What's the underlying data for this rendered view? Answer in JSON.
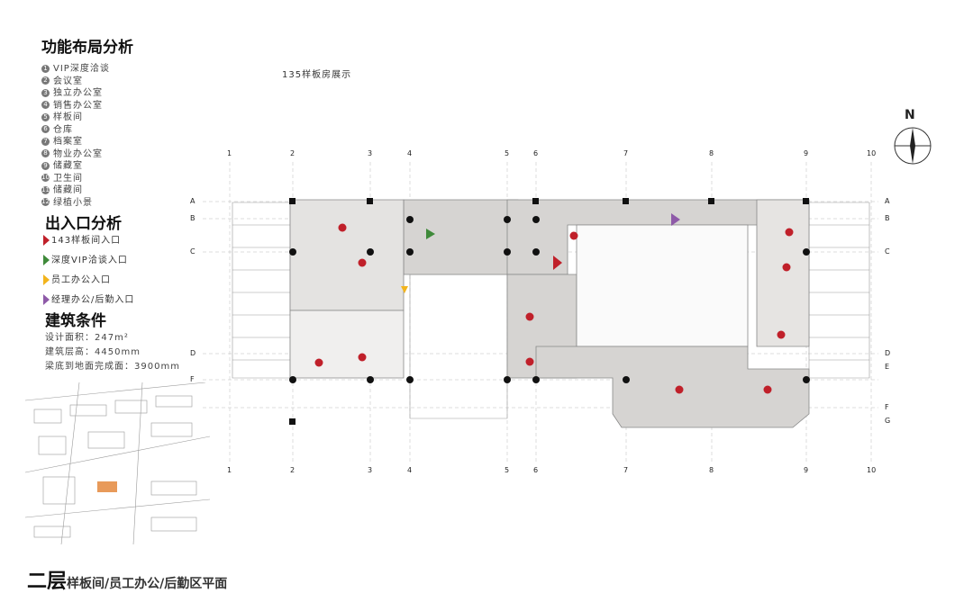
{
  "function_layout": {
    "title": "功能布局分析",
    "items": [
      {
        "n": "1",
        "label": "VIP深度洽谈"
      },
      {
        "n": "2",
        "label": "会议室"
      },
      {
        "n": "3",
        "label": "独立办公室"
      },
      {
        "n": "4",
        "label": "销售办公室"
      },
      {
        "n": "5",
        "label": "样板间"
      },
      {
        "n": "6",
        "label": "仓库"
      },
      {
        "n": "7",
        "label": "档案室"
      },
      {
        "n": "8",
        "label": "物业办公室"
      },
      {
        "n": "9",
        "label": "储藏室"
      },
      {
        "n": "10",
        "label": "卫生间"
      },
      {
        "n": "11",
        "label": "储藏间"
      },
      {
        "n": "12",
        "label": "绿植小景"
      }
    ]
  },
  "entrances": {
    "title": "出入口分析",
    "items": [
      {
        "label": "143样板间入口",
        "color": "#c0202a"
      },
      {
        "label": "深度VIP洽谈入口",
        "color": "#3f8a3a"
      },
      {
        "label": "员工办公入口",
        "color": "#f2b41c"
      },
      {
        "label": "经理办公/后勤入口",
        "color": "#8e5aa8"
      }
    ]
  },
  "conditions": {
    "title": "建筑条件",
    "items": [
      "设计面积：247m²",
      "建筑层高：4450mm",
      "梁底到地面完成面：3900mm"
    ]
  },
  "plan_caption": "135样板房展示",
  "compass": "N",
  "grid_cols": [
    "1",
    "2",
    "3",
    "4",
    "5",
    "6",
    "7",
    "8",
    "9",
    "10"
  ],
  "grid_rows": [
    "A",
    "B",
    "C",
    "D",
    "E",
    "F",
    "G"
  ],
  "footer": {
    "floor": "二层",
    "subtitle": "样板间/员工办公/后勤区平面"
  }
}
